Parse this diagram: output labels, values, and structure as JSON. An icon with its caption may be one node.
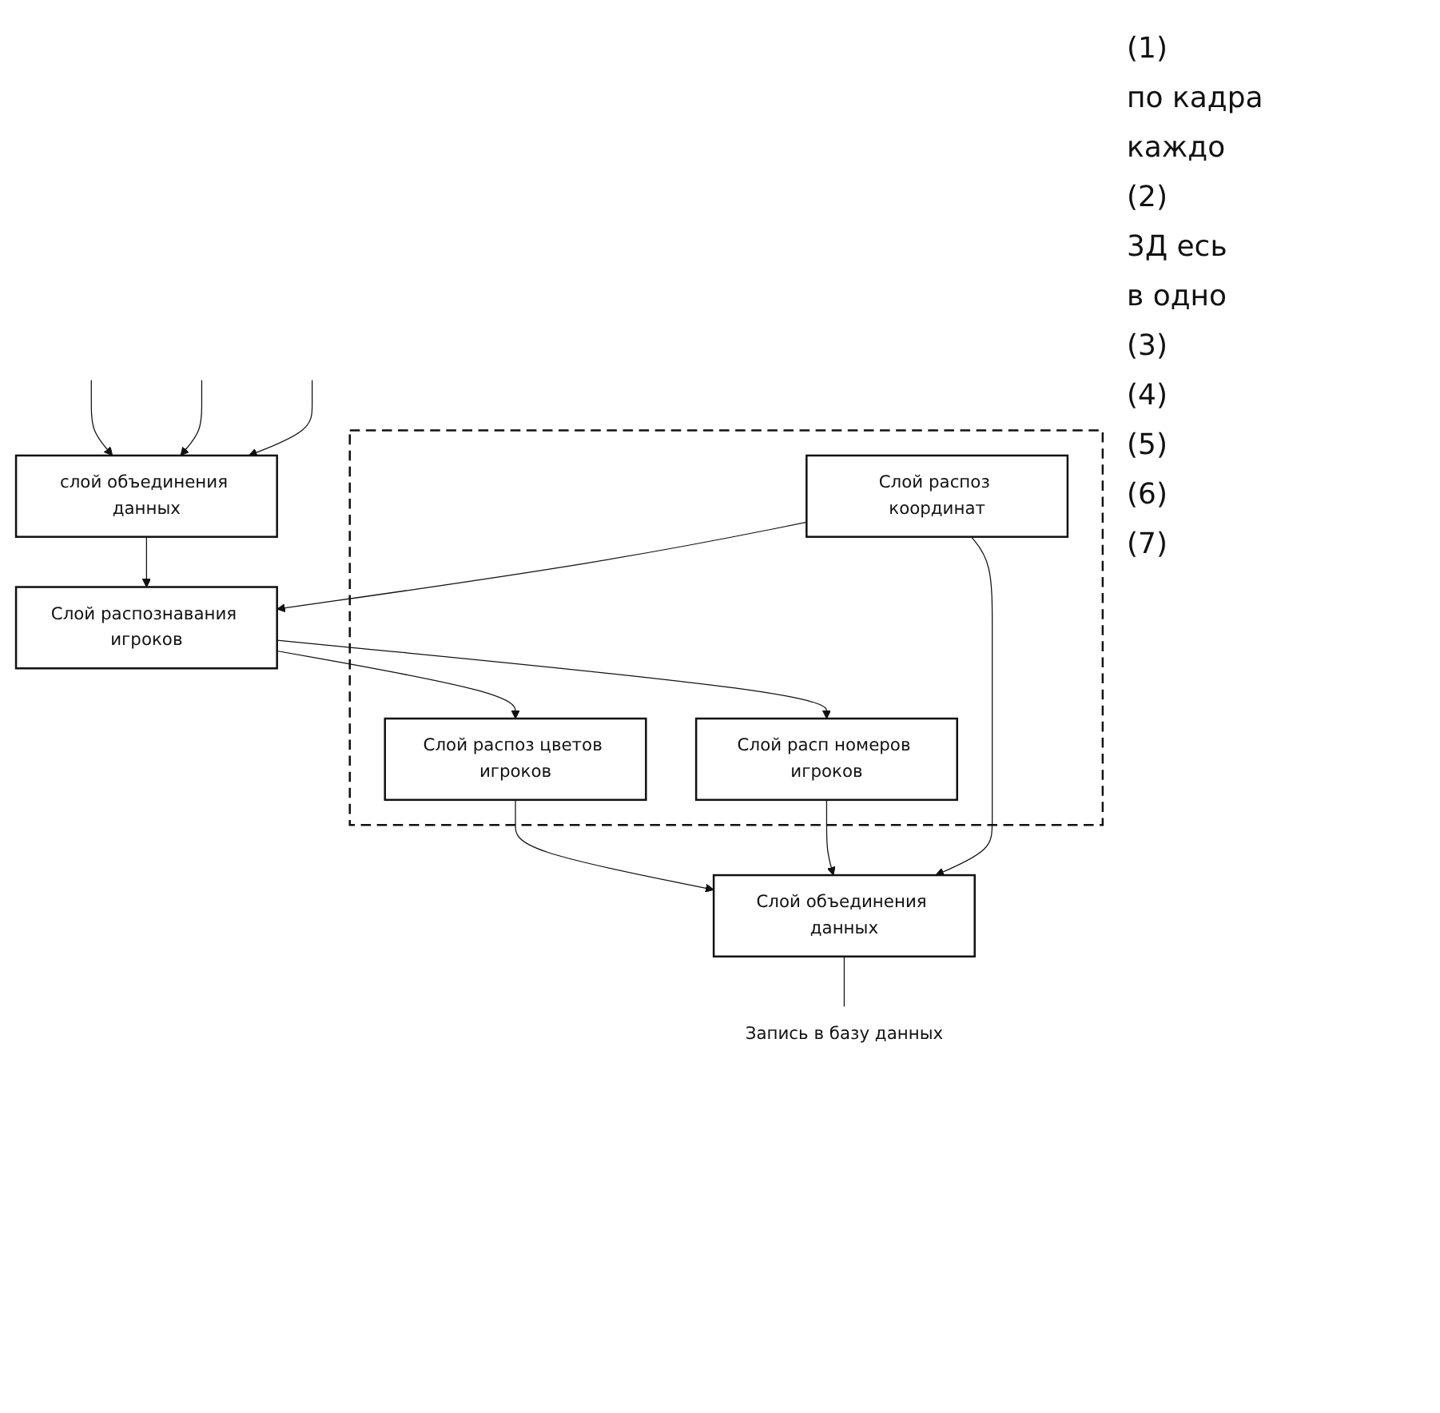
{
  "diagram": {
    "nodes": [
      {
        "text": [
          "слой объединения данных"
        ]
      },
      {
        "text": [
          "Слой распознавания игроков"
        ]
      },
      {
        "text": [],
        "shape": "box"
      },
      {
        "text": [
          "Слой распоз цветов игроков"
        ],
        "in": 2
      },
      {
        "text": [
          "Слой расп номеров игроков"
        ],
        "in": 2
      },
      {
        "text": [
          "Слой распоз координат"
        ],
        "in": 2
      },
      {
        "text": [
          "Слой объединения данных"
        ]
      },
      {
        "text": [
          "Запись в базу данных"
        ]
      }
    ],
    "edges": [
      {
        "from": null,
        "to": 0,
        "arrow": "to"
      },
      {
        "from": null,
        "to": 0,
        "arrow": "to"
      },
      {
        "from": null,
        "to": 0,
        "arrow": "to"
      },
      {
        "from": 0,
        "to": 1,
        "arrow": "to"
      },
      {
        "from": 1,
        "to": 3,
        "arrow": "to"
      },
      {
        "from": 1,
        "to": 4,
        "arrow": "to"
      },
      {
        "from": 5,
        "to": 1,
        "arrow": "to"
      },
      {
        "from": 3,
        "to": 6,
        "arrow": "to"
      },
      {
        "from": 4,
        "to": 6,
        "arrow": "to"
      },
      {
        "from": 5,
        "to": 6,
        "arrow": "to"
      },
      {
        "from": 6,
        "to": 7,
        "arrow": "none"
      }
    ],
    "labels": [
      "(1)",
      "по кадра",
      "каждо",
      "(2)",
      "3Д есь",
      "в одно",
      "(3)",
      "(4)",
      "(5)",
      "(6)",
      "(7)"
    ]
  }
}
